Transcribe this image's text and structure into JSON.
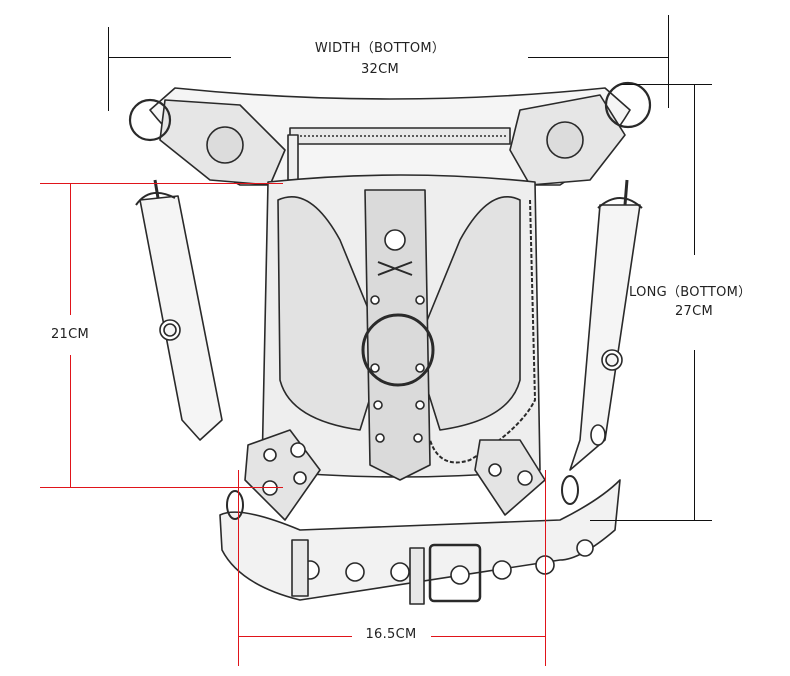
{
  "diagram": {
    "subject": "steampunk leg / waist bag sketch",
    "colors": {
      "dimension_black": "#111111",
      "dimension_red": "#e0141a",
      "text": "#222222",
      "sketch_stroke": "#2a2a2a",
      "sketch_fill": "#f4f4f4"
    },
    "dimensions": {
      "width": {
        "label": "WIDTH（BOTTOM）",
        "value": "32CM",
        "color": "black"
      },
      "long": {
        "label": "LONG（BOTTOM）",
        "value": "27CM",
        "color": "black"
      },
      "height": {
        "value": "21CM",
        "color": "red"
      },
      "bottom": {
        "value": "16.5CM",
        "color": "red"
      }
    }
  }
}
